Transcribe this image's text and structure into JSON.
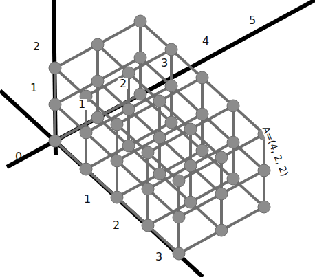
{
  "diagram": {
    "labels": [
      "2",
      "1",
      "0",
      "1",
      "2",
      "3",
      "4",
      "5",
      "3",
      "2",
      "1",
      "A=(4, 2, 2)"
    ]
  }
}
